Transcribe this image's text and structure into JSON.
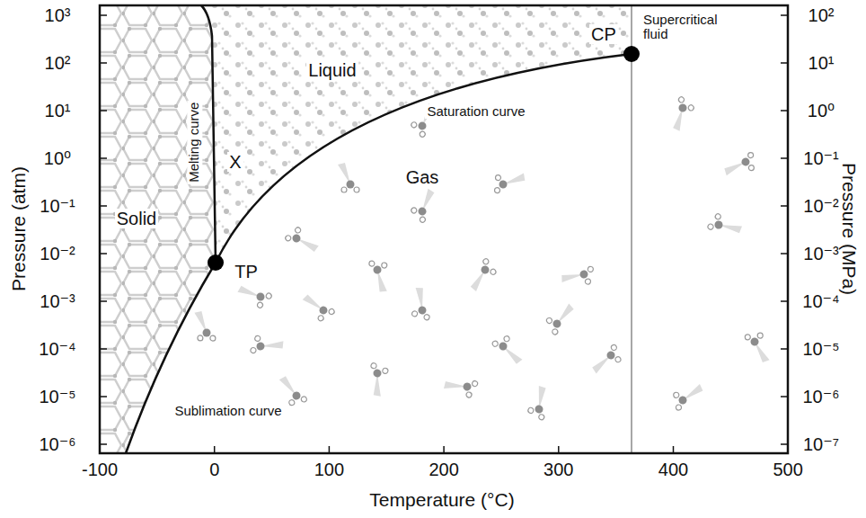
{
  "diagram": {
    "labels": [
      "Pressure (atm)",
      "10³",
      "10²",
      "10¹",
      "10⁰",
      "10⁻¹",
      "10⁻²",
      "10⁻³",
      "10⁻⁴",
      "10⁻⁵",
      "10⁻⁶",
      "Pressure (MPa)",
      "10²",
      "10¹",
      "10⁰",
      "10⁻¹",
      "10⁻²",
      "10⁻³",
      "10⁻⁴",
      "10⁻⁵",
      "10⁻⁶",
      "10⁻⁷",
      "-100",
      "0",
      "100",
      "200",
      "300",
      "400",
      "500",
      "Temperature (°C)",
      "CP",
      "Supercritical fluid",
      "Liquid",
      "Saturation curve",
      "X",
      "Melting curve",
      "Gas",
      "Solid",
      "TP",
      "Sublimation curve"
    ]
  }
}
